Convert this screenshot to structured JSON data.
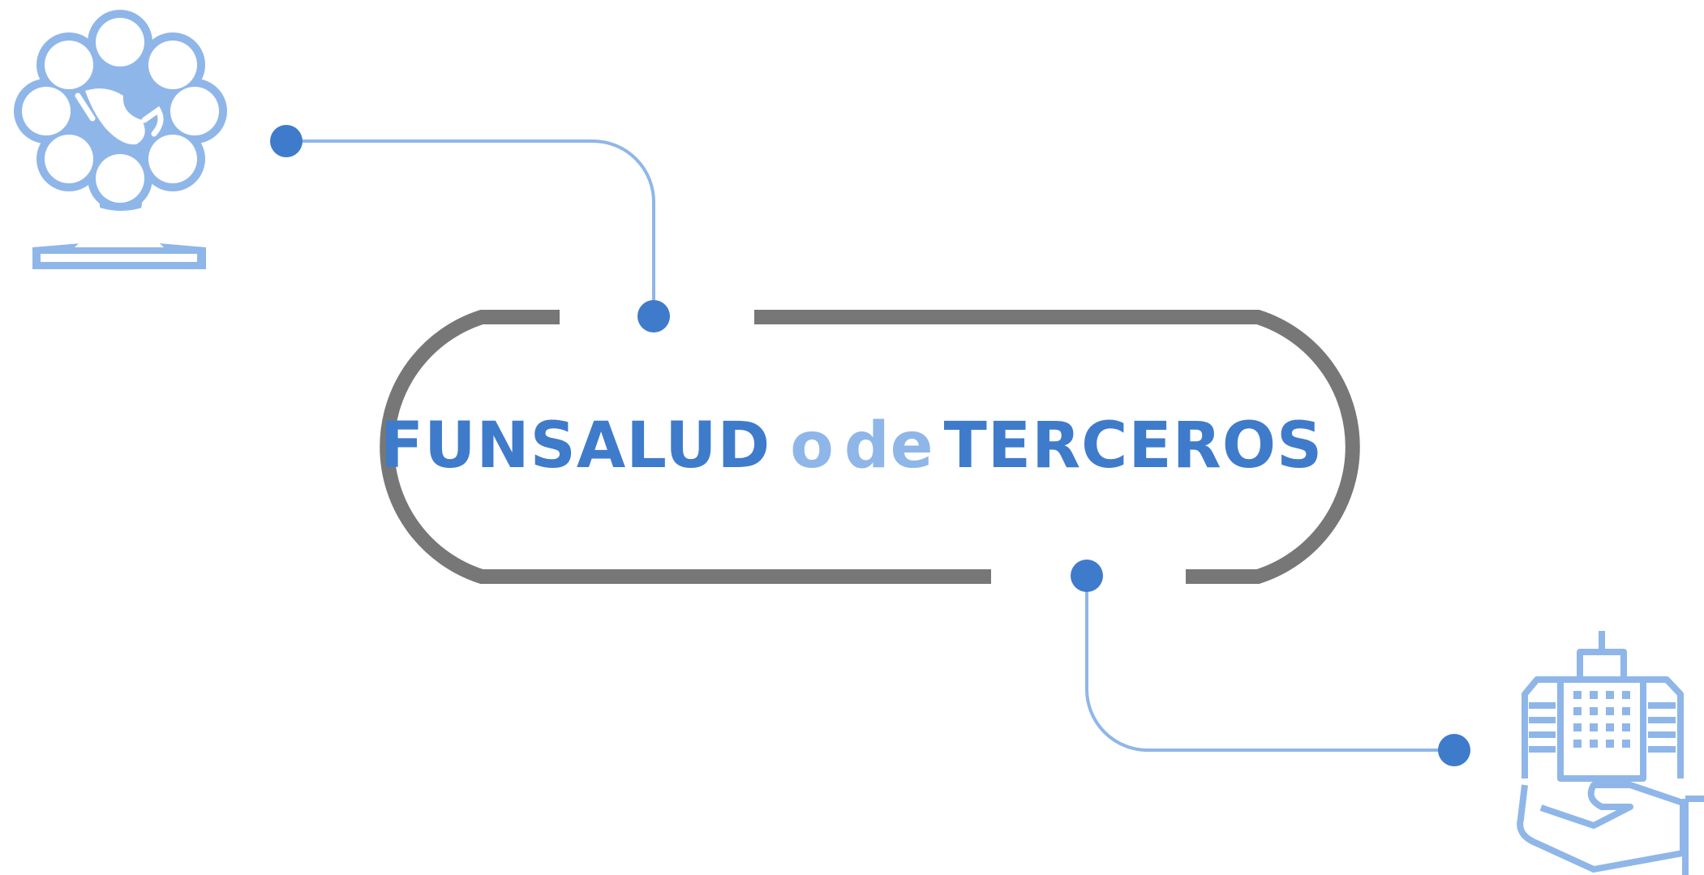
{
  "title": {
    "part1": "FUNSALUD",
    "part2": "o",
    "part3": "de",
    "part4": "TERCEROS"
  },
  "colors": {
    "primary_blue": "#3f7bcb",
    "light_blue": "#8fb6e8",
    "frame_gray": "#777777"
  },
  "icons": {
    "top_left": "tree-with-hand-icon",
    "bottom_right": "building-in-hand-icon"
  }
}
